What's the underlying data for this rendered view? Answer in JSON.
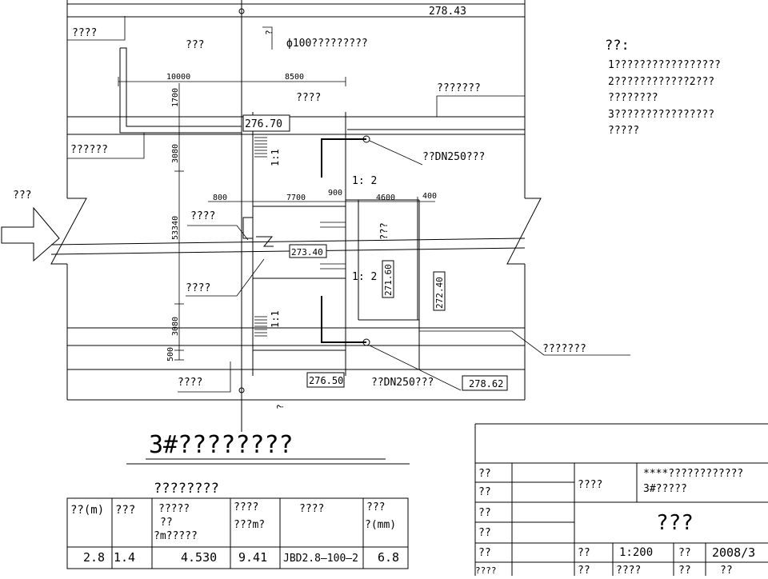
{
  "drawing": {
    "top_level_label": "278.43",
    "callouts": {
      "c1": "????",
      "c2": "???",
      "pipe_note": "ф100?????????",
      "c3": "????",
      "c4": "???????",
      "c5": "??????",
      "dn250_upper": "??DN250???",
      "c6": "???",
      "c7": "????",
      "c8": "????",
      "c9": "???????",
      "c10": "????",
      "dn250_lower": "??DN250???",
      "vertical_tag": "???"
    },
    "dims": {
      "top_left": "10000",
      "top_right": "8500",
      "v1700": "1700",
      "v3080_upper": "3080",
      "v53340": "53340",
      "v3080_lower": "3080",
      "v500": "500",
      "d800": "800",
      "d7700": "7700",
      "d900": "900",
      "d4600": "4600",
      "d400": "400"
    },
    "slopes": {
      "s_upper_left": "1:1",
      "s_upper_right": "1: 2",
      "s_lower_right": "1: 2",
      "s_lower_left": "1:1"
    },
    "elevations": {
      "e_top_box": "276.70",
      "e_center": "273.40",
      "e_mid_vertical": "271.60",
      "e_right_vertical": "272.40",
      "e_bottom_box": "276.50",
      "e_bottom_right": "278.62"
    },
    "axis_markers": {
      "top": "?",
      "bottom": "?"
    }
  },
  "notes": {
    "heading": "??:",
    "line1": "1?????????????????",
    "line2": "2????????????2???",
    "line3": "????????",
    "line4": "3????????????????",
    "line5": "?????"
  },
  "main_title": "3#????????",
  "spec_table": {
    "caption": "????????",
    "headers": [
      [
        "??(m)"
      ],
      [
        "???"
      ],
      [
        "?????",
        "??",
        "?m?????"
      ],
      [
        "????",
        "???m?"
      ],
      [
        "????"
      ],
      [
        "???",
        "?(mm)"
      ]
    ],
    "row": [
      "2.8",
      "1.4",
      "4.530",
      "9.41",
      "JBD2.8—100—2",
      "6.8"
    ]
  },
  "title_block": {
    "left_labels": [
      "??",
      "??",
      "??",
      "??",
      "??",
      "????"
    ],
    "sign_label": "????",
    "project_line1": "****????????????",
    "project_line2": "3#?????",
    "drawing_name": "???",
    "row_labels": [
      "??",
      "1:200",
      "??",
      "2008/3"
    ],
    "row_labels_bottom": [
      "??",
      "????",
      "??",
      "??"
    ]
  }
}
